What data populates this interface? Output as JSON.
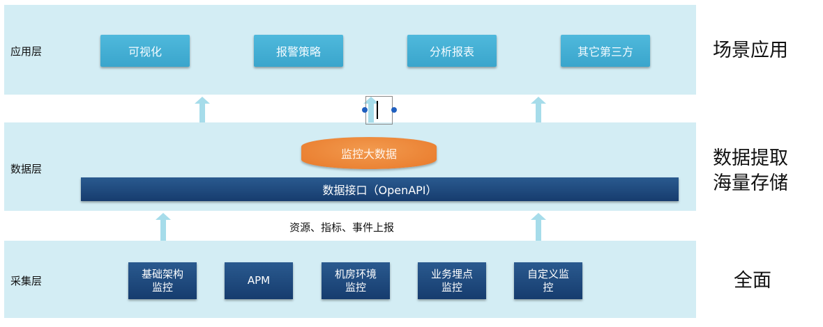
{
  "layers": {
    "application": {
      "label": "应用层",
      "side_text": "场景应用",
      "items": [
        "可视化",
        "报警策略",
        "分析报表",
        "其它第三方"
      ]
    },
    "data": {
      "label": "数据层",
      "side_text_lines": [
        "数据提取",
        "海量存储"
      ],
      "big_data": "监控大数据",
      "api_bar": "数据接口（OpenAPI）"
    },
    "collection": {
      "label": "采集层",
      "side_text": "全面",
      "report_label": "资源、指标、事件上报",
      "items": [
        "基础架构\n监控",
        "APM",
        "机房环境\n监控",
        "业务埋点\n监控",
        "自定义监\n控"
      ]
    }
  },
  "colors": {
    "band": "#d3edf4",
    "app_button": "#44afd6",
    "dark_button": "#1f4a7e",
    "orange": "#ec8437",
    "arrow": "#a6dcea",
    "selection_handle": "#1f5fbf"
  }
}
